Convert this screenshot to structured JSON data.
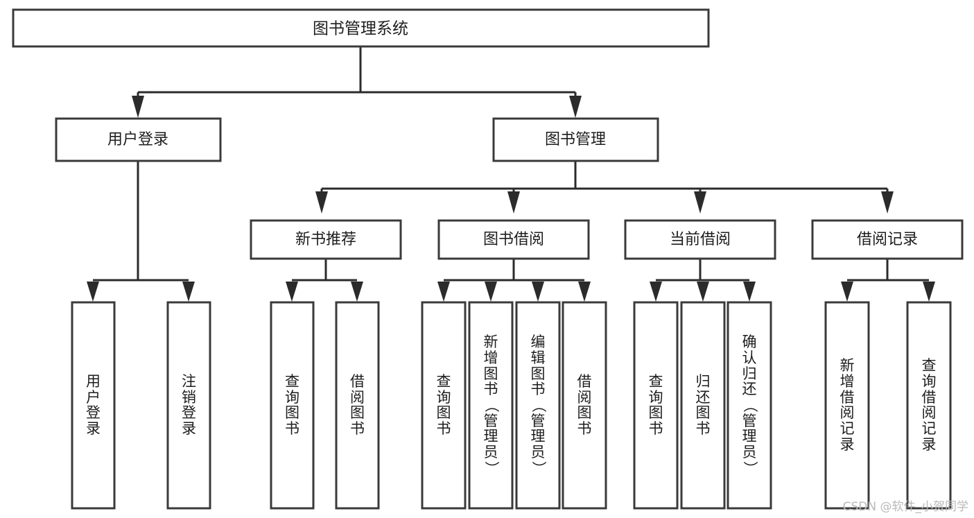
{
  "diagram": {
    "title": "图书管理系统",
    "type": "hierarchy-tree",
    "watermark": "CSDN @软件_小贺同学",
    "colors": {
      "box_stroke": "#3a3a3a",
      "box_fill": "#ffffff",
      "connector": "#2b2b2b",
      "text": "#1d1d1d",
      "watermark": "#b9b9b9",
      "background": "#ffffff"
    },
    "root": {
      "id": "root",
      "label": "图书管理系统",
      "orientation": "horizontal"
    },
    "level2": [
      {
        "id": "user-login",
        "label": "用户登录",
        "orientation": "horizontal"
      },
      {
        "id": "book-management",
        "label": "图书管理",
        "orientation": "horizontal"
      }
    ],
    "level3": [
      {
        "id": "new-book-recommend",
        "label": "新书推荐",
        "orientation": "horizontal",
        "parent": "book-management"
      },
      {
        "id": "book-borrow",
        "label": "图书借阅",
        "orientation": "horizontal",
        "parent": "book-management"
      },
      {
        "id": "current-borrow",
        "label": "当前借阅",
        "orientation": "horizontal",
        "parent": "book-management"
      },
      {
        "id": "borrow-record",
        "label": "借阅记录",
        "orientation": "horizontal",
        "parent": "book-management"
      }
    ],
    "leaves": [
      {
        "id": "leaf-user-login",
        "label": "用户登录",
        "parent": "user-login",
        "orientation": "vertical"
      },
      {
        "id": "leaf-logout-login",
        "label": "注销登录",
        "parent": "user-login",
        "orientation": "vertical"
      },
      {
        "id": "leaf-query-book-1",
        "label": "查询图书",
        "parent": "new-book-recommend",
        "orientation": "vertical"
      },
      {
        "id": "leaf-borrow-book-1",
        "label": "借阅图书",
        "parent": "new-book-recommend",
        "orientation": "vertical"
      },
      {
        "id": "leaf-query-book-2",
        "label": "查询图书",
        "parent": "book-borrow",
        "orientation": "vertical"
      },
      {
        "id": "leaf-add-book",
        "label": "新增图书（管理员）",
        "parent": "book-borrow",
        "orientation": "vertical"
      },
      {
        "id": "leaf-edit-book",
        "label": "编辑图书（管理员）",
        "parent": "book-borrow",
        "orientation": "vertical"
      },
      {
        "id": "leaf-borrow-book-2",
        "label": "借阅图书",
        "parent": "book-borrow",
        "orientation": "vertical"
      },
      {
        "id": "leaf-query-book-3",
        "label": "查询图书",
        "parent": "current-borrow",
        "orientation": "vertical"
      },
      {
        "id": "leaf-return-book",
        "label": "归还图书",
        "parent": "current-borrow",
        "orientation": "vertical"
      },
      {
        "id": "leaf-confirm-return",
        "label": "确认归还（管理员）",
        "parent": "current-borrow",
        "orientation": "vertical"
      },
      {
        "id": "leaf-add-record",
        "label": "新增借阅记录",
        "parent": "borrow-record",
        "orientation": "vertical"
      },
      {
        "id": "leaf-query-record",
        "label": "查询借阅记录",
        "parent": "borrow-record",
        "orientation": "vertical"
      }
    ]
  }
}
